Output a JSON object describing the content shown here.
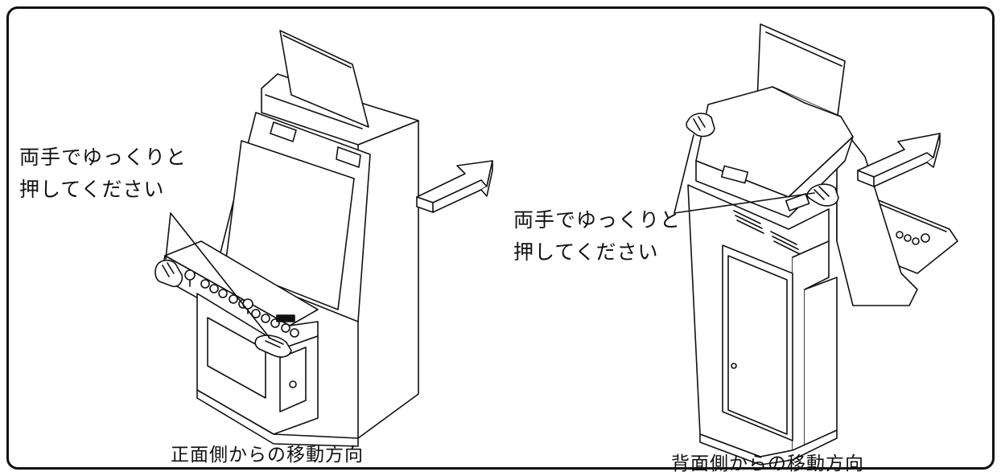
{
  "front": {
    "instruction_line1": "両手でゆっくりと",
    "instruction_line2": "押してください",
    "caption": "正面側からの移動方向"
  },
  "rear": {
    "instruction_line1": "両手でゆっくりと",
    "instruction_line2": "押してください",
    "caption": "背面側からの移動方向"
  }
}
